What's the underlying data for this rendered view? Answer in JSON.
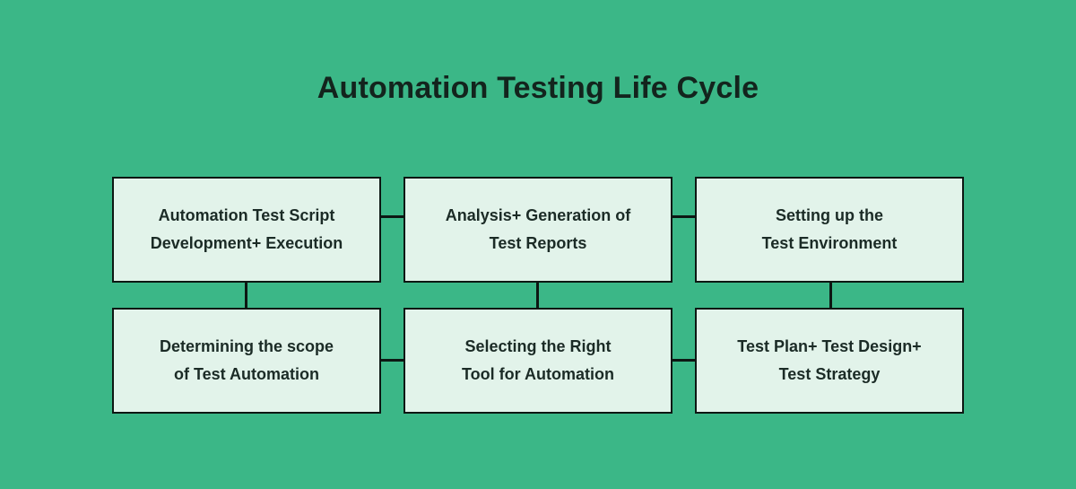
{
  "title": "Automation Testing Life Cycle",
  "colors": {
    "background": "#3bb787",
    "box_fill": "#e2f3ea",
    "box_border": "#0d1713",
    "connector": "#0d1713",
    "title_text": "#13241d",
    "box_text": "#1b2b26"
  },
  "diagram": {
    "type": "flowchart",
    "rows": 2,
    "columns": 3,
    "boxes": [
      {
        "id": "automation-test-script-development-execution",
        "row": 1,
        "col": 1,
        "line1": "Automation Test Script",
        "line2": "Development+ Execution"
      },
      {
        "id": "analysis-generation-of-test-reports",
        "row": 1,
        "col": 2,
        "line1": "Analysis+ Generation of",
        "line2": "Test Reports"
      },
      {
        "id": "setting-up-the-test-environment",
        "row": 1,
        "col": 3,
        "line1": "Setting up the",
        "line2": "Test Environment"
      },
      {
        "id": "determining-the-scope-of-test-automation",
        "row": 2,
        "col": 1,
        "line1": "Determining the scope",
        "line2": "of Test Automation"
      },
      {
        "id": "selecting-the-right-tool-for-automation",
        "row": 2,
        "col": 2,
        "line1": "Selecting the Right",
        "line2": "Tool for Automation"
      },
      {
        "id": "test-plan-test-design-test-strategy",
        "row": 2,
        "col": 3,
        "line1": "Test Plan+ Test Design+",
        "line2": "Test Strategy"
      }
    ],
    "connections": [
      "r1c1-r1c2",
      "r1c2-r1c3",
      "r2c1-r2c2",
      "r2c2-r2c3",
      "r1c1-r2c1",
      "r1c2-r2c2",
      "r1c3-r2c3"
    ]
  }
}
